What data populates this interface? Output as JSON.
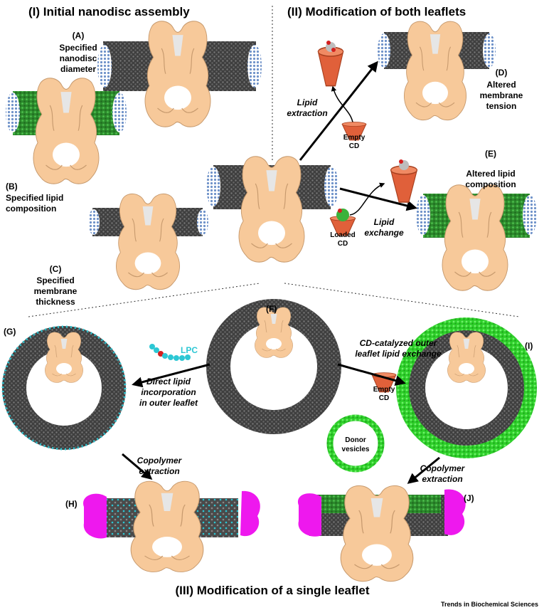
{
  "sections": {
    "s1": "(I) Initial nanodisc assembly",
    "s2": "(II) Modification of both leaflets",
    "s3": "(III) Modification of a single leaflet"
  },
  "panels": {
    "A": {
      "tag": "(A)",
      "lines": [
        "Specified",
        "nanodisc",
        "diameter"
      ]
    },
    "B": {
      "tag": "(B)",
      "lines": [
        "Specified lipid",
        "composition"
      ]
    },
    "C": {
      "tag": "(C)",
      "lines": [
        "Specified",
        "membrane",
        "thickness"
      ]
    },
    "D": {
      "tag": "(D)",
      "lines": [
        "Altered",
        "membrane",
        "tension"
      ]
    },
    "E": {
      "tag": "(E)",
      "lines": [
        "Altered lipid",
        "composition"
      ]
    },
    "F": {
      "tag": "(F)"
    },
    "G": {
      "tag": "(G)"
    },
    "H": {
      "tag": "(H)"
    },
    "I": {
      "tag": "(I)"
    },
    "J": {
      "tag": "(J)"
    }
  },
  "annotations": {
    "lipid_extraction": [
      "Lipid",
      "extraction"
    ],
    "empty_cd": [
      "Empty",
      "CD"
    ],
    "loaded_cd": [
      "Loaded",
      "CD"
    ],
    "lipid_exchange": [
      "Lipid",
      "exchange"
    ],
    "lpc": "LPC",
    "direct_incorporation": [
      "Direct lipid",
      "incorporation",
      "in outer leaflet"
    ],
    "copolymer_extraction_left": [
      "Copolymer",
      "extraction"
    ],
    "cd_catalyzed": [
      "CD-catalyzed outer",
      "leaflet lipid exchange"
    ],
    "empty_cd_2": [
      "Empty",
      "CD"
    ],
    "donor_vesicles": [
      "Donor",
      "vesicles"
    ],
    "copolymer_extraction_right": [
      "Copolymer",
      "extraction"
    ]
  },
  "credit": "Trends in Biochemical Sciences",
  "colors": {
    "protein": "#f7c99a",
    "protein_edge": "#c79a6e",
    "lipid_dark": "#4d4d4d",
    "scaffold_blue": "#7f9fcf",
    "lipid_green": "#2f8f2f",
    "lipid_bright_green": "#37d42e",
    "lpc_cyan": "#2cc7d4",
    "copolymer_magenta": "#ee18ee",
    "cd_orange": "#e0603a"
  }
}
